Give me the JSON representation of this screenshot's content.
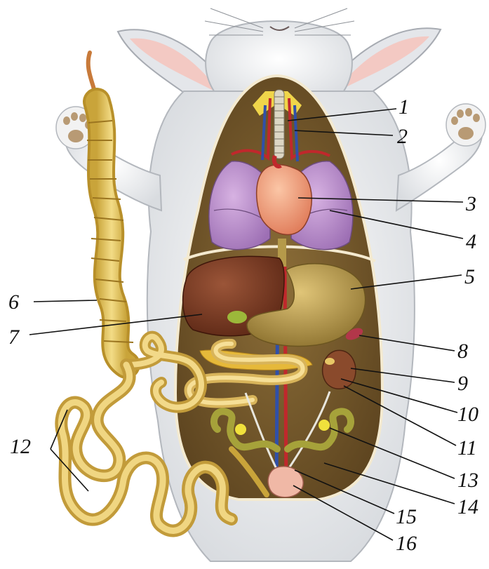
{
  "labels": {
    "l1": "1",
    "l2": "2",
    "l3": "3",
    "l4": "4",
    "l5": "5",
    "l6": "6",
    "l7": "7",
    "l8": "8",
    "l9": "9",
    "l10": "10",
    "l11": "11",
    "l12": "12",
    "l13": "13",
    "l14": "14",
    "l15": "15",
    "l16": "16"
  },
  "colors": {
    "fur": "#eef0f2",
    "fur_shadow": "#c9ccd1",
    "cavity": "#7a5e2e",
    "lung": "#b98ac8",
    "heart": "#f2a07a",
    "liver": "#7b3a22",
    "intestine": "#e8c766",
    "stomach": "#c2a24c",
    "kidney": "#8a4a2c",
    "artery": "#c0282c",
    "vein": "#3050a8"
  }
}
